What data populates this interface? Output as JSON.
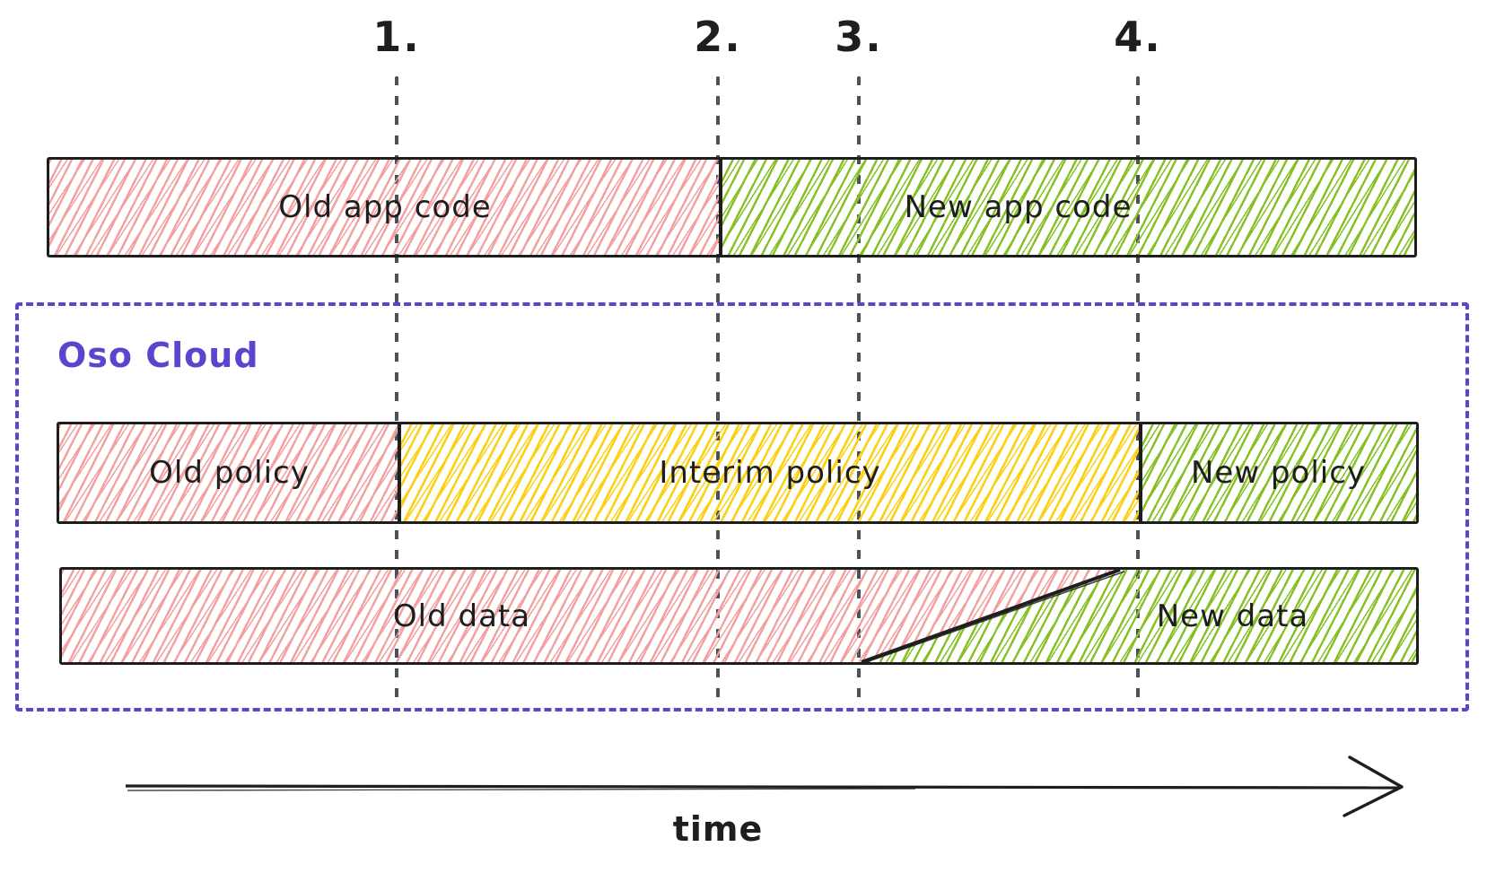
{
  "milestones": [
    {
      "label": "1."
    },
    {
      "label": "2."
    },
    {
      "label": "3."
    },
    {
      "label": "4."
    }
  ],
  "app_code_bar": {
    "old_label": "Old app code",
    "new_label": "New app code",
    "transition_at_milestone": "2."
  },
  "oso_cloud": {
    "label": "Oso Cloud"
  },
  "policy_bar": {
    "old_label": "Old policy",
    "interim_label": "Interim policy",
    "new_label": "New policy",
    "old_ends_at_milestone": "1.",
    "interim_ends_at_milestone": "4."
  },
  "data_bar": {
    "old_label": "Old data",
    "new_label": "New data",
    "transition_starts_at_milestone": "3.",
    "transition_ends_at_milestone": "4."
  },
  "time_axis": {
    "label": "time"
  },
  "colors": {
    "red_hatch": "#f2a0a0",
    "green_hatch": "#85c125",
    "yellow_hatch": "#fbd116",
    "purple": "#5b45cc",
    "dotted_gray": "#4a5158",
    "stroke": "#1e1e1e"
  }
}
